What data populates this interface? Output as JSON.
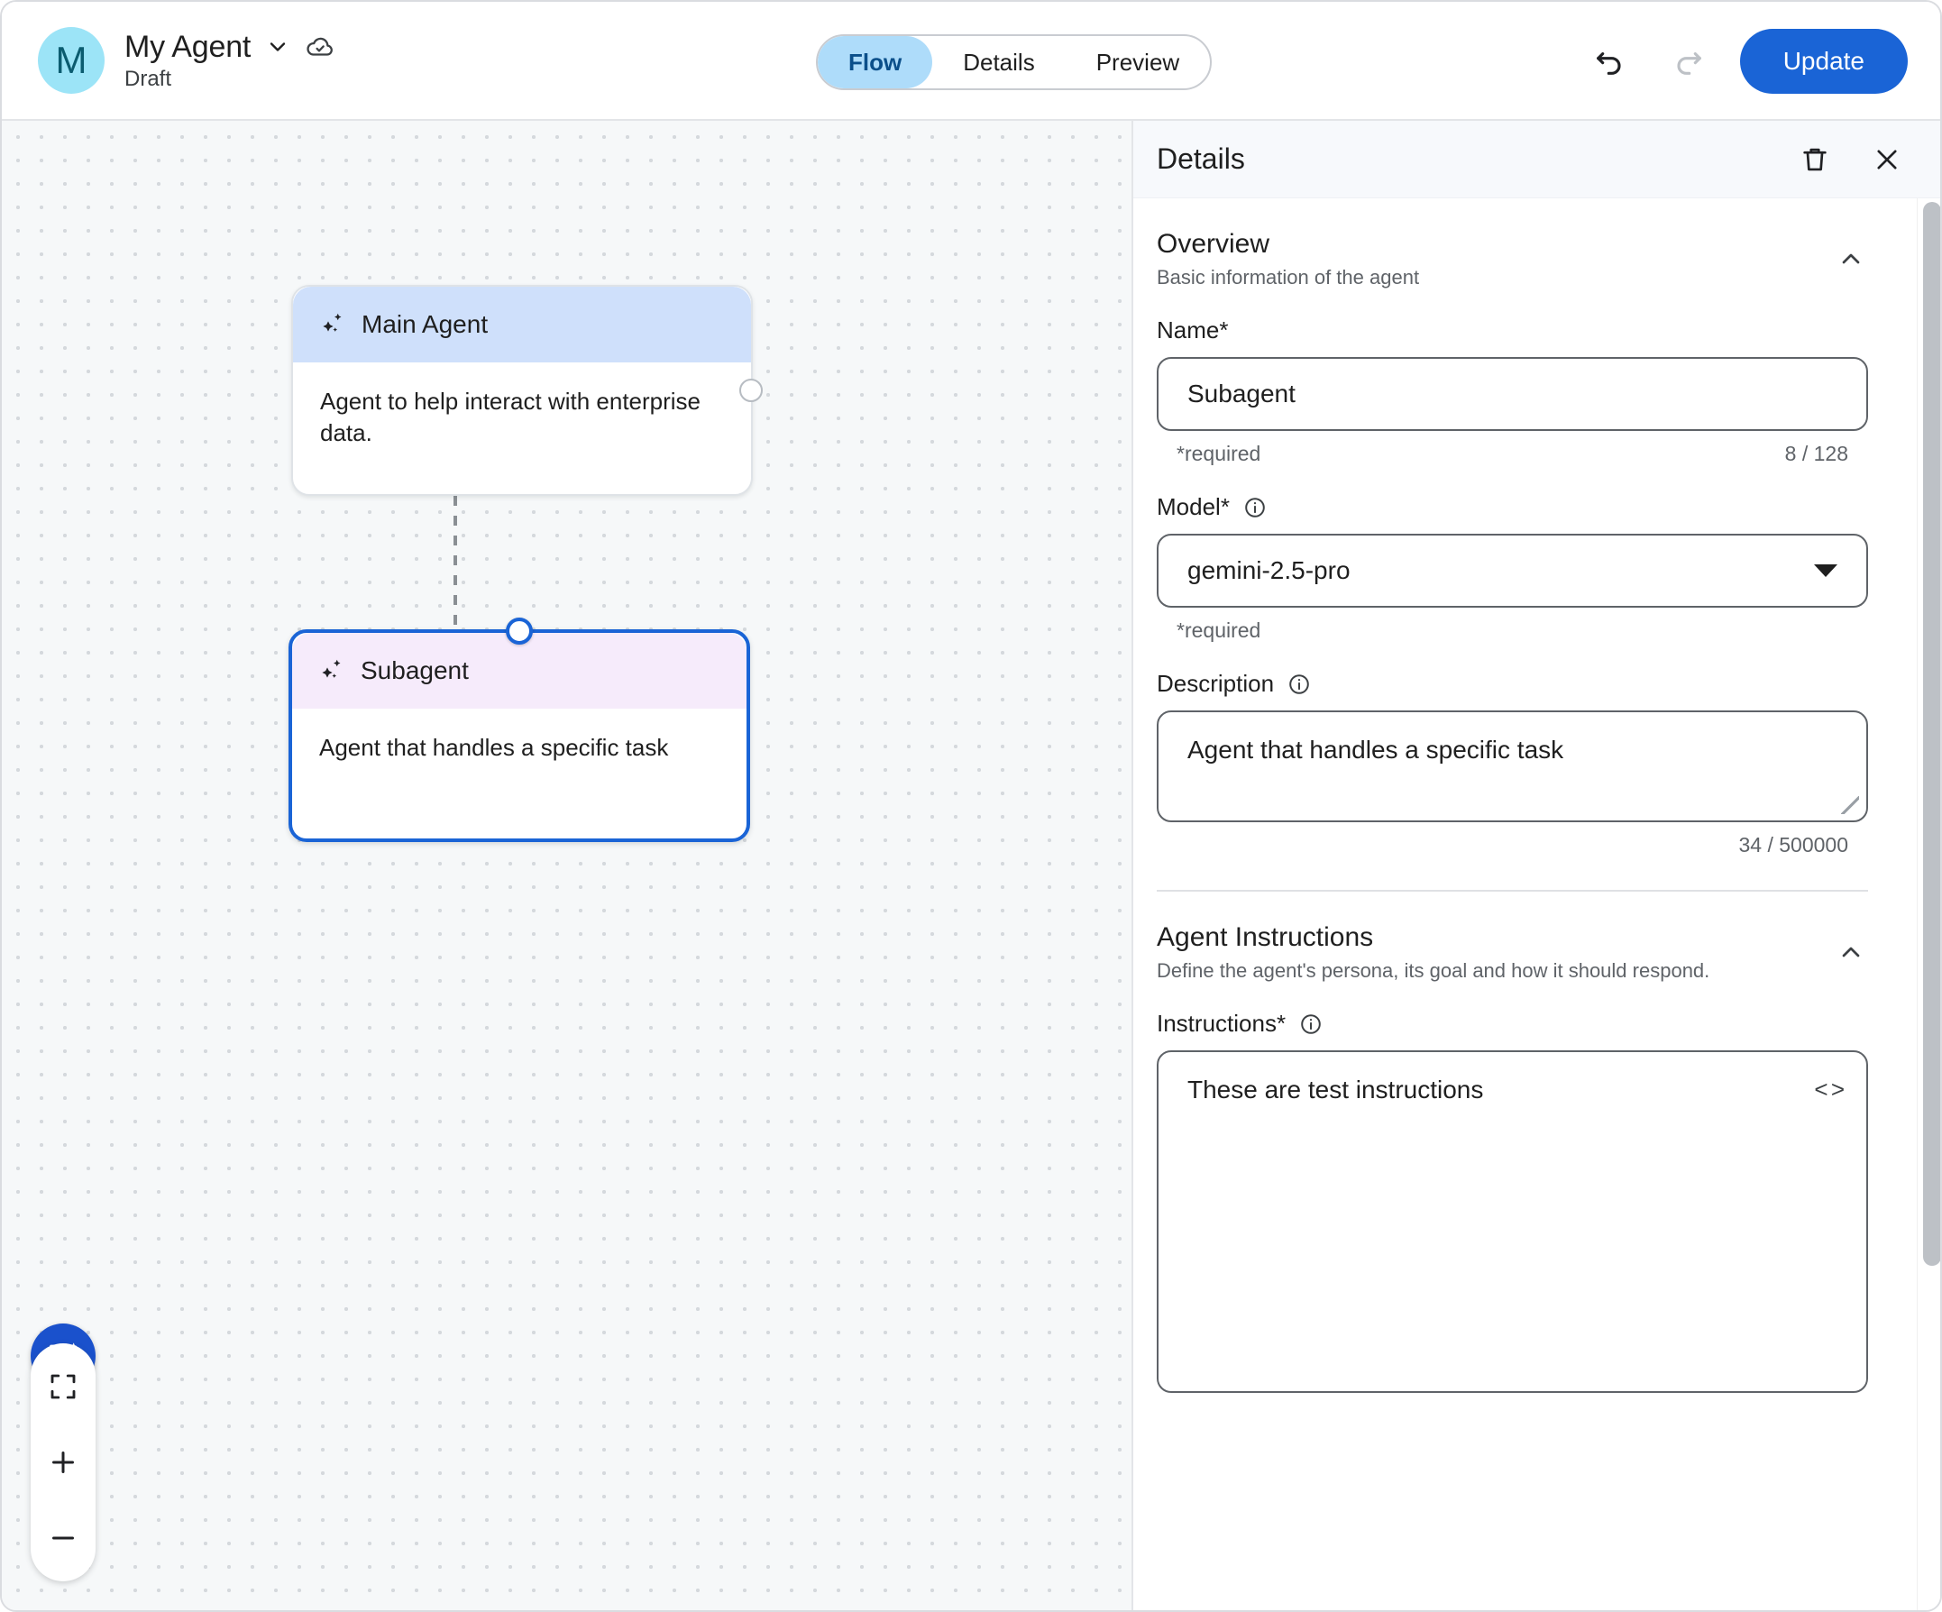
{
  "header": {
    "avatar_letter": "M",
    "agent_name": "My Agent",
    "agent_status": "Draft",
    "dropdown_icon": "chevron-down-icon",
    "cloud_icon": "cloud-saved-icon",
    "tabs": [
      {
        "label": "Flow",
        "active": true
      },
      {
        "label": "Details",
        "active": false
      },
      {
        "label": "Preview",
        "active": false
      }
    ],
    "undo_icon": "undo-icon",
    "redo_icon": "redo-icon",
    "update_label": "Update"
  },
  "canvas": {
    "nodes": [
      {
        "title": "Main Agent",
        "description": "Agent to help interact with enterprise data.",
        "icon": "sparkle-icon",
        "selected": false
      },
      {
        "title": "Subagent",
        "description": "Agent that handles a specific task",
        "icon": "sparkle-icon",
        "selected": true
      }
    ],
    "controls": {
      "assist_icon": "chat-sparkle-icon",
      "fit_view_icon": "fit-view-icon",
      "zoom_in_icon": "plus-icon",
      "zoom_out_icon": "minus-icon"
    }
  },
  "panel": {
    "title": "Details",
    "delete_icon": "trash-icon",
    "close_icon": "close-icon",
    "overview": {
      "title": "Overview",
      "subtitle": "Basic information of the agent",
      "collapse_icon": "chevron-up-icon",
      "name": {
        "label": "Name*",
        "value": "Subagent",
        "helper": "*required",
        "counter": "8 / 128"
      },
      "model": {
        "label": "Model*",
        "info_icon": "info-icon",
        "value": "gemini-2.5-pro",
        "helper": "*required",
        "dropdown_icon": "caret-down-icon"
      },
      "description": {
        "label": "Description",
        "info_icon": "info-icon",
        "value": "Agent that handles a specific task",
        "counter": "34 / 500000"
      }
    },
    "instructions_section": {
      "title": "Agent Instructions",
      "subtitle": "Define the agent's persona, its goal and how it should respond.",
      "collapse_icon": "chevron-up-icon",
      "instructions": {
        "label": "Instructions*",
        "info_icon": "info-icon",
        "value": "These are test instructions",
        "code_toggle_icon": "code-brackets-icon"
      }
    }
  }
}
